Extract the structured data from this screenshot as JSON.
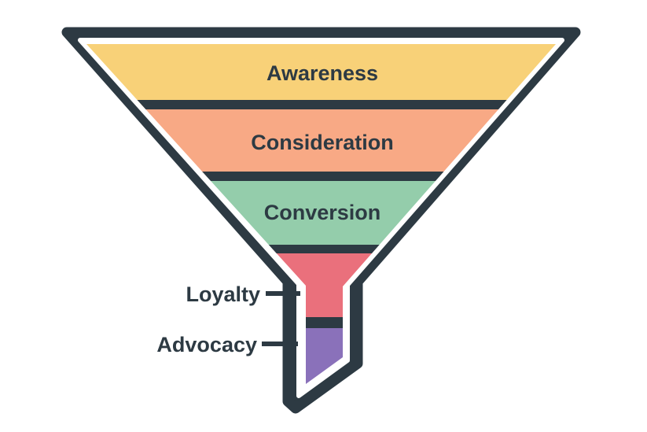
{
  "diagram": {
    "type": "marketing-funnel",
    "background": "#ffffff",
    "outline_color": "#2d3a43",
    "gap_color": "#ffffff",
    "text_color": "#2d3a43",
    "stages": [
      {
        "label": "Awareness",
        "color": "#f8d178",
        "label_position": "inside"
      },
      {
        "label": "Consideration",
        "color": "#f8a985",
        "label_position": "inside"
      },
      {
        "label": "Conversion",
        "color": "#94cdab",
        "label_position": "inside"
      },
      {
        "label": "Loyalty",
        "color": "#ea707c",
        "label_position": "outside-left"
      },
      {
        "label": "Advocacy",
        "color": "#8a71ba",
        "label_position": "outside-left"
      }
    ]
  }
}
